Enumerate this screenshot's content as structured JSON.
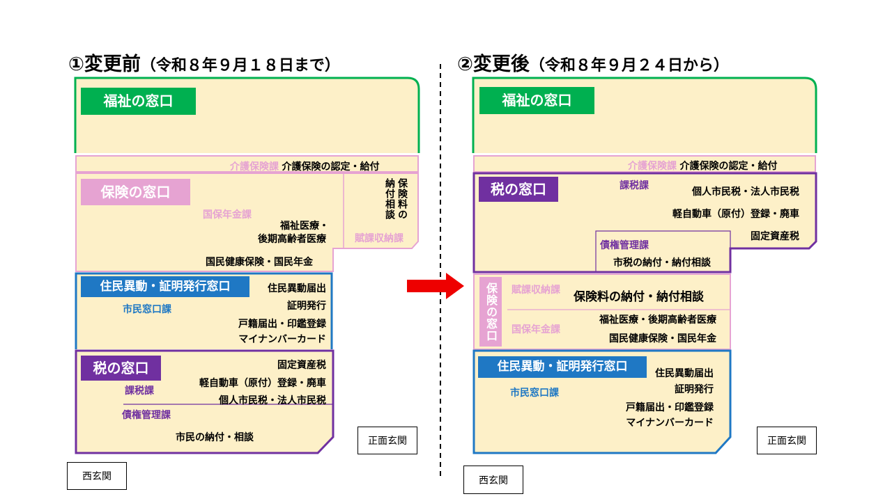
{
  "colors": {
    "welfare": "#00b050",
    "insurance": "#e6a3d2",
    "resident": "#1f78c4",
    "tax": "#7030a0",
    "fill": "#fdf0c8",
    "arrow": "#ee0000"
  },
  "before": {
    "title_main": "①変更前",
    "title_sub": "（令和８年９月１８日まで）",
    "welfare": {
      "header": "福祉の窓口"
    },
    "kaigo": {
      "section": "介護保険課",
      "item": "介護保険の認定・給付"
    },
    "insurance": {
      "header": "保険の窓口",
      "kokuho_section": "国保年金課",
      "elderly_line1": "福祉医療・",
      "elderly_line2": "後期高齢者医療",
      "nhi_pension": "国民健康保険・国民年金",
      "fuka_col1": "納付相談",
      "fuka_col2": "保険料の",
      "fuka_section": "賦課収納課"
    },
    "resident": {
      "header": "住民異動・証明発行窓口",
      "section": "市民窓口課",
      "items": [
        "住民異動届出",
        "証明発行",
        "戸籍届出・印鑑登録",
        "マイナンバーカード"
      ]
    },
    "tax": {
      "header": "税の窓口",
      "kazei_section": "課税課",
      "items": [
        "固定資産税",
        "軽自動車（原付）登録・廃車",
        "個人市民税・法人市民税"
      ],
      "saiken_section": "債権管理課",
      "saiken_item": "市民の納付・相談"
    },
    "front_door": "正面玄関",
    "west_door": "西玄関"
  },
  "after": {
    "title_main": "②変更後",
    "title_sub": "（令和８年９月２４日から）",
    "welfare": {
      "header": "福祉の窓口"
    },
    "kaigo": {
      "section": "介護保険課",
      "item": "介護保険の認定・給付"
    },
    "tax": {
      "header": "税の窓口",
      "kazei_section": "課税課",
      "items": [
        "個人市民税・法人市民税",
        "軽自動車（原付）登録・廃車",
        "固定資産税"
      ],
      "saiken_section": "債権管理課",
      "saiken_item": "市税の納付・納付相談"
    },
    "insurance": {
      "header_vertical": "保険の窓口",
      "fuka_section": "賦課収納課",
      "fuka_item": "保険料の納付・納付相談",
      "kokuho_section": "国保年金課",
      "kokuho_item1": "福祉医療・後期高齢者医療",
      "kokuho_item2": "国民健康保険・国民年金"
    },
    "resident": {
      "header": "住民異動・証明発行窓口",
      "section": "市民窓口課",
      "items": [
        "住民異動届出",
        "証明発行",
        "戸籍届出・印鑑登録",
        "マイナンバーカード"
      ]
    },
    "front_door": "正面玄関",
    "west_door": "西玄関"
  }
}
